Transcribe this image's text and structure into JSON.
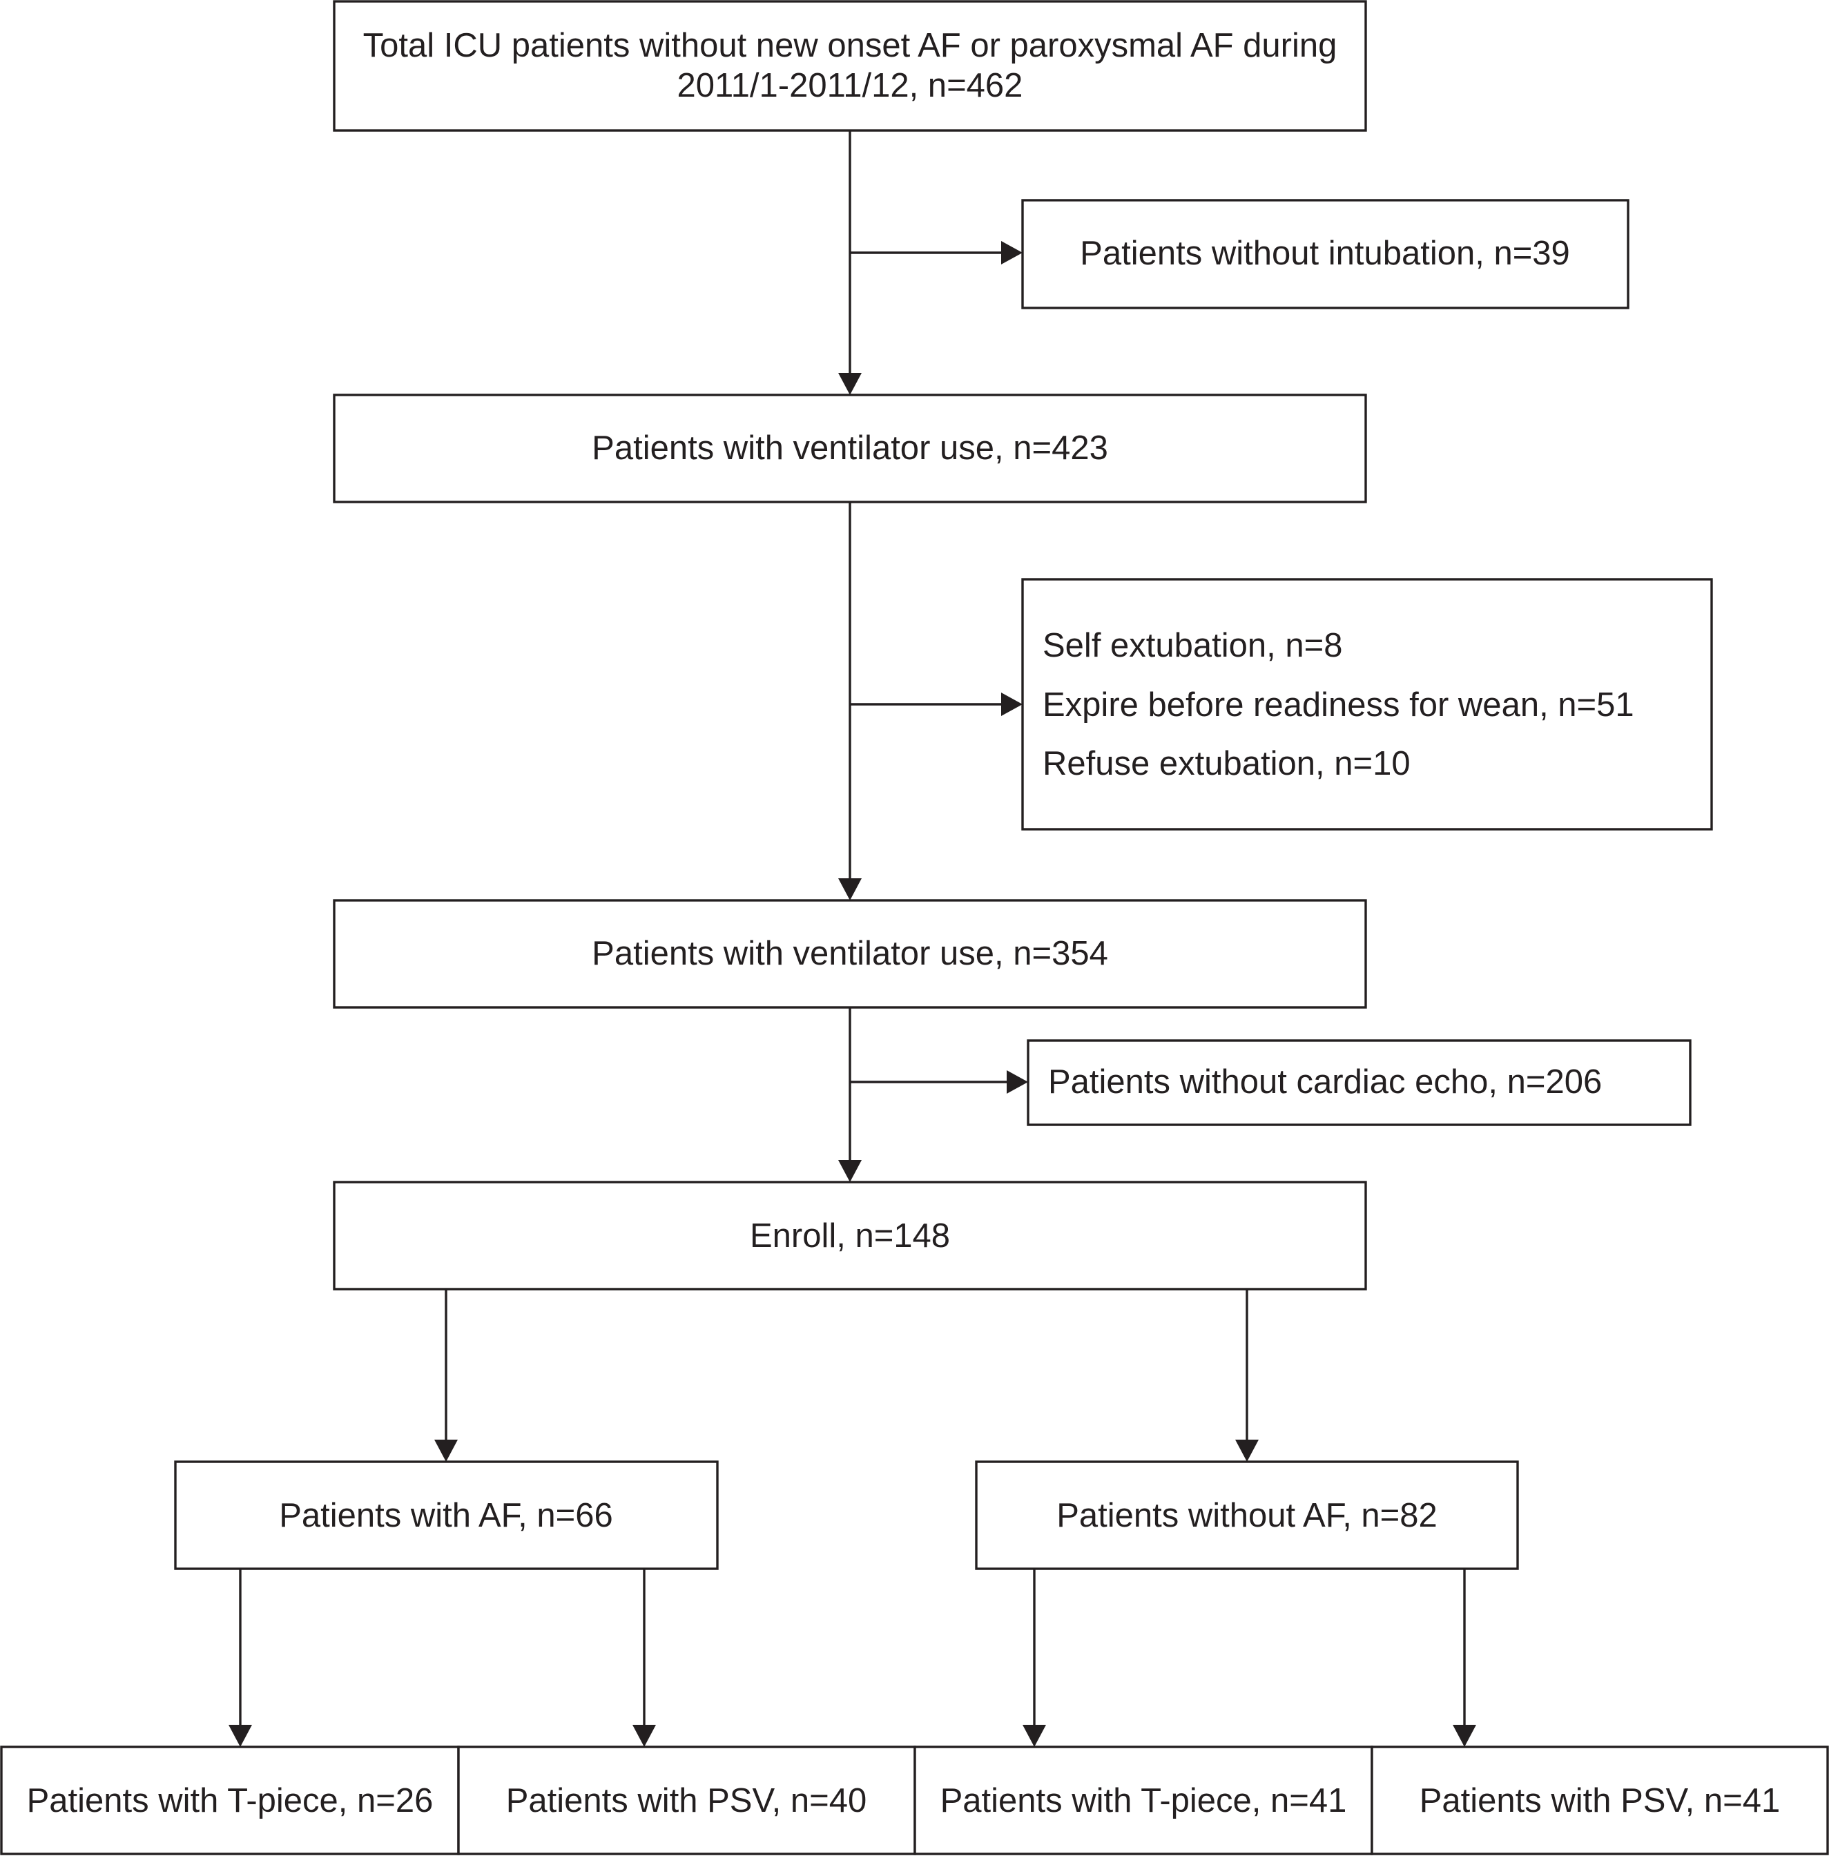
{
  "flowchart": {
    "total": {
      "line1": "Total ICU patients without new onset AF or paroxysmal AF during",
      "line2": "2011/1-2011/12, n=462"
    },
    "exclusion_intubation": "Patients without intubation, n=39",
    "ventilator_423": "Patients with ventilator use, n=423",
    "exclusion_wean": [
      "Self extubation, n=8",
      "Expire before readiness for wean, n=51",
      "Refuse extubation, n=10"
    ],
    "ventilator_354": "Patients with ventilator use, n=354",
    "exclusion_echo": "Patients without cardiac echo, n=206",
    "enroll": "Enroll, n=148",
    "with_af": "Patients with AF, n=66",
    "without_af": "Patients without AF, n=82",
    "af_tpiece": "Patients with T-piece, n=26",
    "af_psv": "Patients with PSV, n=40",
    "noaf_tpiece": "Patients with T-piece, n=41",
    "noaf_psv": "Patients with PSV, n=41"
  }
}
